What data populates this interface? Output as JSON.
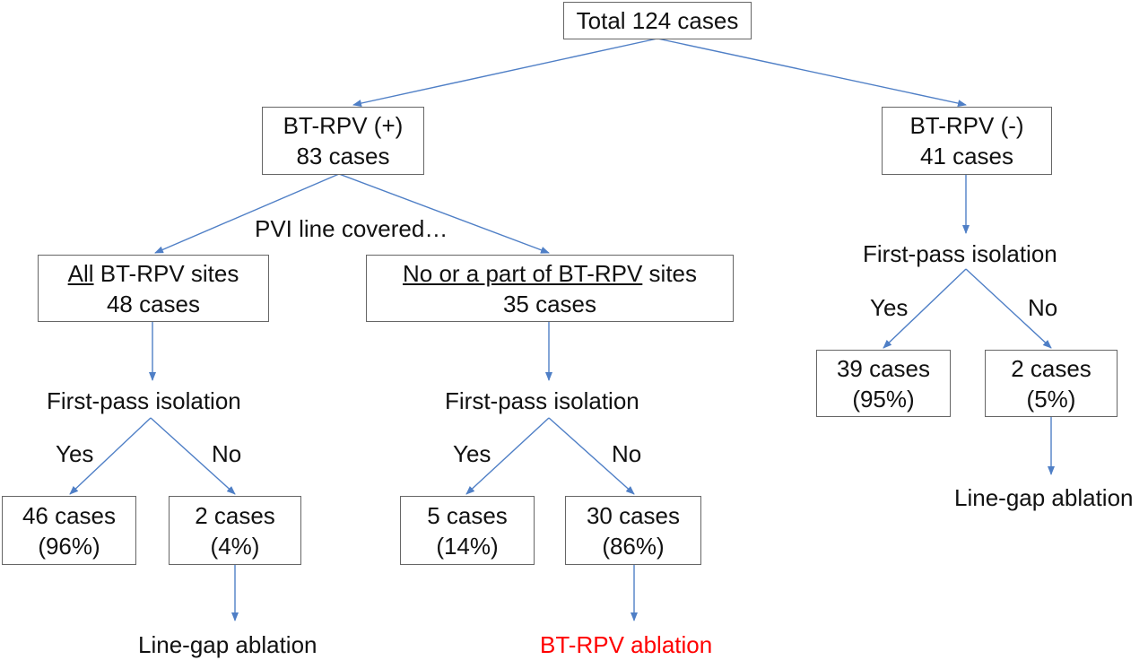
{
  "colors": {
    "arrow": "#4f7fc6",
    "box_border": "#666666",
    "highlight": "#ff0000"
  },
  "top": {
    "label": "Total 124 cases"
  },
  "left_branch": {
    "title": "BT-RPV (+)",
    "count": "83 cases",
    "split_label": "PVI line covered…",
    "all_sites": {
      "underlined": "All",
      "rest": " BT-RPV sites",
      "count": "48 cases",
      "decision": "First-pass isolation",
      "yes_label": "Yes",
      "no_label": "No",
      "yes": {
        "count": "46 cases",
        "pct": "(96%)"
      },
      "no": {
        "count": "2 cases",
        "pct": "(4%)"
      },
      "outcome": "Line-gap ablation"
    },
    "partial_sites": {
      "underlined": "No or a part of BT-RPV",
      "rest": " sites",
      "count": "35 cases",
      "decision": "First-pass isolation",
      "yes_label": "Yes",
      "no_label": "No",
      "yes": {
        "count": "5 cases",
        "pct": "(14%)"
      },
      "no": {
        "count": "30 cases",
        "pct": "(86%)"
      },
      "outcome": "BT-RPV ablation"
    }
  },
  "right_branch": {
    "title": "BT-RPV (-)",
    "count": "41 cases",
    "decision": "First-pass isolation",
    "yes_label": "Yes",
    "no_label": "No",
    "yes": {
      "count": "39 cases",
      "pct": "(95%)"
    },
    "no": {
      "count": "2 cases",
      "pct": "(5%)"
    },
    "outcome": "Line-gap ablation"
  }
}
